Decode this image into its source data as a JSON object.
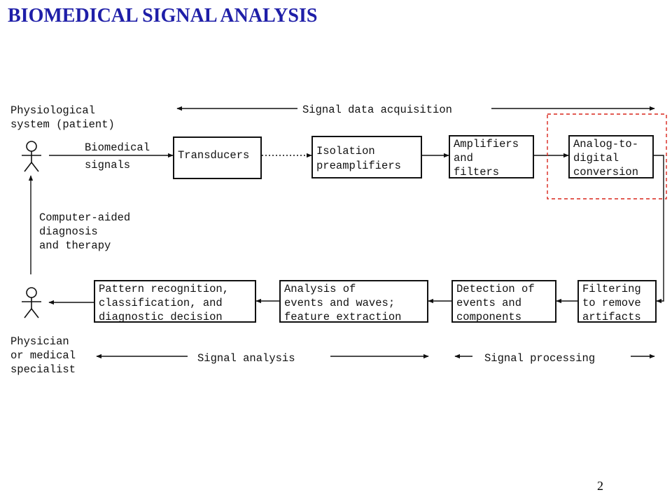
{
  "slide": {
    "title": "BIOMEDICAL SIGNAL ANALYSIS",
    "page_number": "2",
    "title_color": "#1f1fa8",
    "highlight_color": "#d9261c"
  },
  "diagram": {
    "patient_label": [
      "Physiological",
      "system (patient)"
    ],
    "acquisition_label": "Signal data acquisition",
    "biomedical_signals": [
      "Biomedical",
      "signals"
    ],
    "top_blocks": [
      {
        "lines": [
          "Transducers"
        ]
      },
      {
        "lines": [
          "Isolation",
          "preamplifiers"
        ]
      },
      {
        "lines": [
          "Amplifiers",
          "and",
          "filters"
        ]
      },
      {
        "lines": [
          "Analog-to-",
          "digital",
          "conversion"
        ]
      }
    ],
    "feedback_label": [
      "Computer-aided",
      "diagnosis",
      "and therapy"
    ],
    "bottom_blocks": [
      {
        "lines": [
          "Pattern recognition,",
          "classification, and",
          "diagnostic decision"
        ]
      },
      {
        "lines": [
          "Analysis of",
          "events and waves;",
          "feature extraction"
        ]
      },
      {
        "lines": [
          "Detection of",
          "events and",
          "components"
        ]
      },
      {
        "lines": [
          "Filtering",
          "to remove",
          "artifacts"
        ]
      }
    ],
    "physician_label": [
      "Physician",
      "or medical",
      "specialist"
    ],
    "analysis_label": "Signal analysis",
    "processing_label": "Signal processing"
  }
}
